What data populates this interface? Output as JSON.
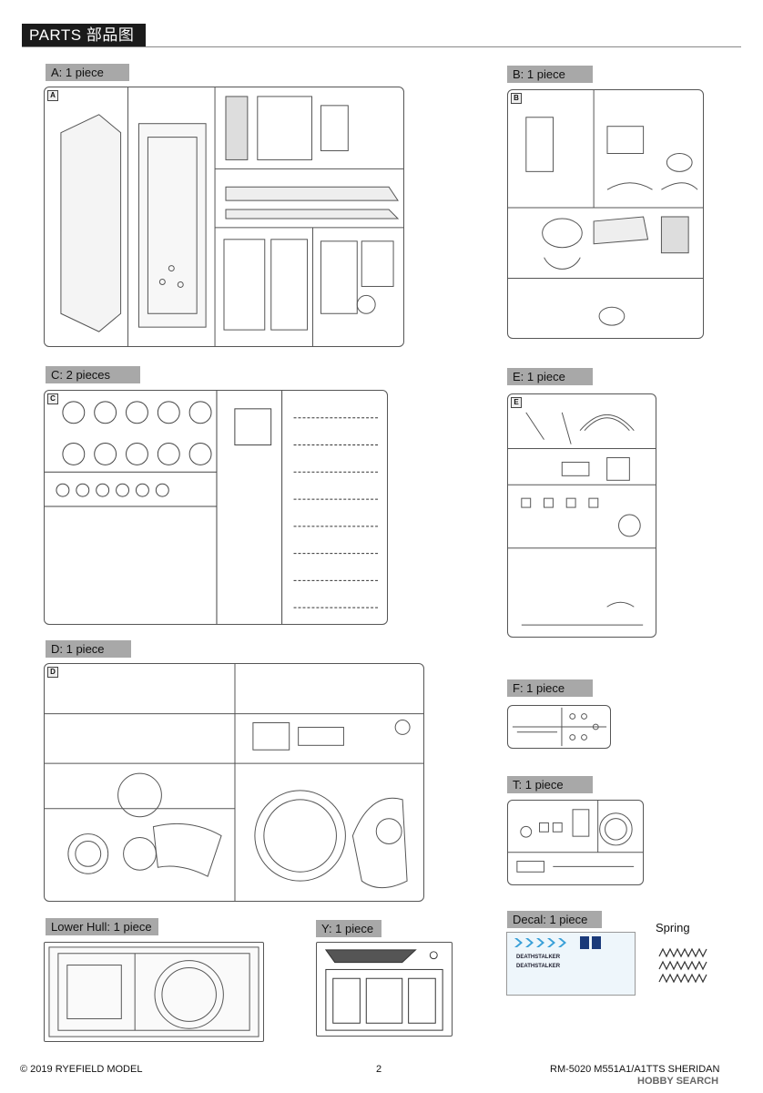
{
  "header": {
    "title": "PARTS 部品图"
  },
  "sprues": [
    {
      "id": "A",
      "label": "A: 1 piece"
    },
    {
      "id": "B",
      "label": "B: 1 piece"
    },
    {
      "id": "C",
      "label": "C: 2 pieces"
    },
    {
      "id": "E",
      "label": "E: 1 piece"
    },
    {
      "id": "D",
      "label": "D: 1 piece"
    },
    {
      "id": "F",
      "label": "F: 1 piece"
    },
    {
      "id": "T",
      "label": "T: 1 piece"
    },
    {
      "id": "LH",
      "label": "Lower Hull: 1 piece"
    },
    {
      "id": "Y",
      "label": "Y: 1 piece"
    }
  ],
  "decal": {
    "label": "Decal: 1 piece",
    "text1": "DEATHSTALKER",
    "text2": "DEATHSTALKER"
  },
  "spring": {
    "label": "Spring"
  },
  "footer": {
    "copyright": "© 2019 RYEFIELD MODEL",
    "page": "2",
    "product": "RM-5020 M551A1/A1TTS SHERIDAN"
  },
  "watermark": "HOBBY SEARCH",
  "colors": {
    "label_bg": "#a8a8a8",
    "header_bg": "#1b1b1b",
    "decal_blue": "#3aa0d8"
  }
}
